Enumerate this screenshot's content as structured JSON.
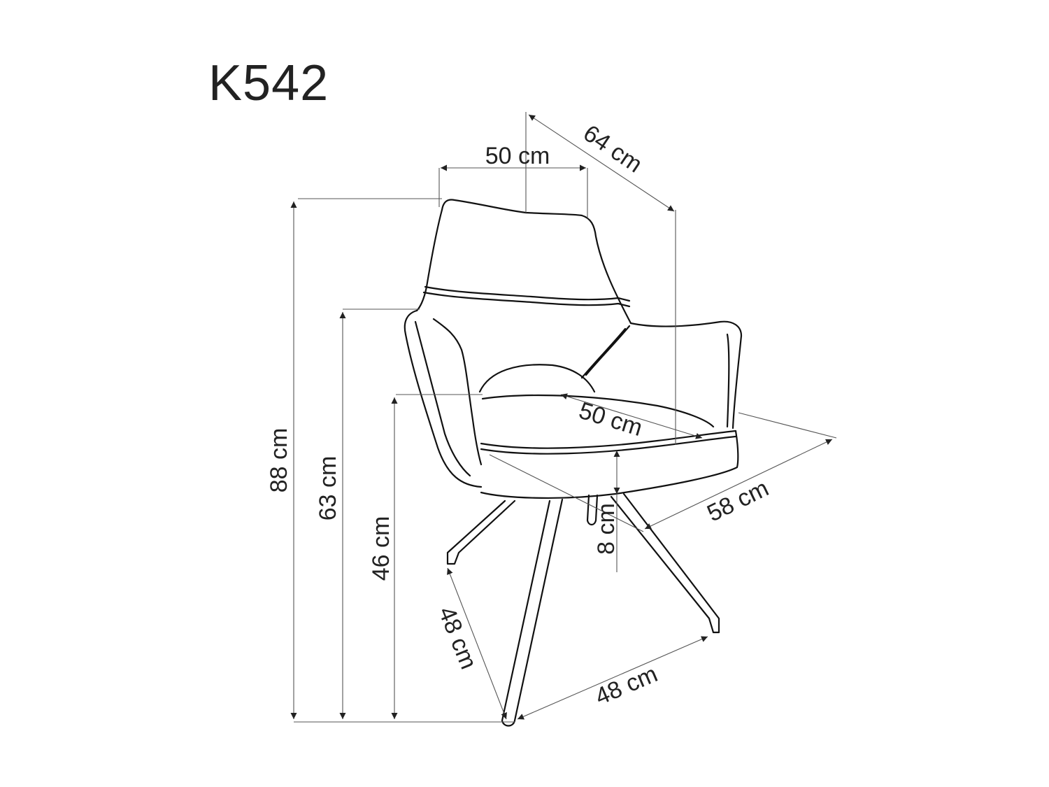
{
  "product": {
    "model": "K542"
  },
  "dimensions": {
    "backrest_width": "50 cm",
    "overall_depth": "64 cm",
    "total_height": "88 cm",
    "armrest_height": "63 cm",
    "seat_height": "46 cm",
    "seat_depth": "50 cm",
    "overall_width": "58 cm",
    "seat_thickness": "8 cm",
    "base_leg_span_left": "48 cm",
    "base_leg_span_right": "48 cm"
  }
}
